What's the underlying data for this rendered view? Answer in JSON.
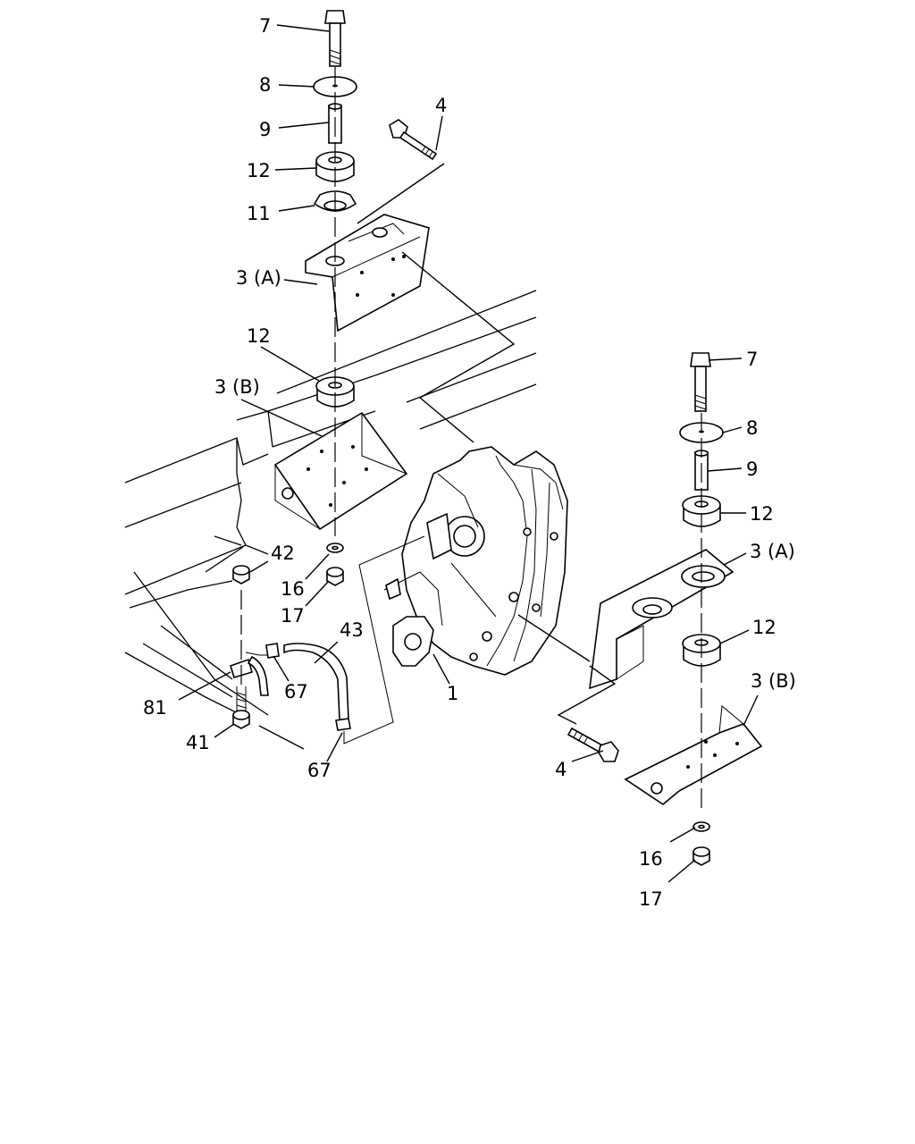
{
  "labels": {
    "l7a": "7",
    "l8a": "8",
    "l9a": "9",
    "l4a": "4",
    "l12a": "12",
    "l11a": "11",
    "l3Aa": "3 (A)",
    "l12b": "12",
    "l3Ba": "3 (B)",
    "l42": "42",
    "l16a": "16",
    "l17a": "17",
    "l43": "43",
    "l67a": "67",
    "l81": "81",
    "l41": "41",
    "l67b": "67",
    "l1": "1",
    "l7b": "7",
    "l8b": "8",
    "l9b": "9",
    "l12c": "12",
    "l3Ab": "3 (A)",
    "l12d": "12",
    "l3Bb": "3 (B)",
    "l4b": "4",
    "l16b": "16",
    "l17b": "17"
  }
}
